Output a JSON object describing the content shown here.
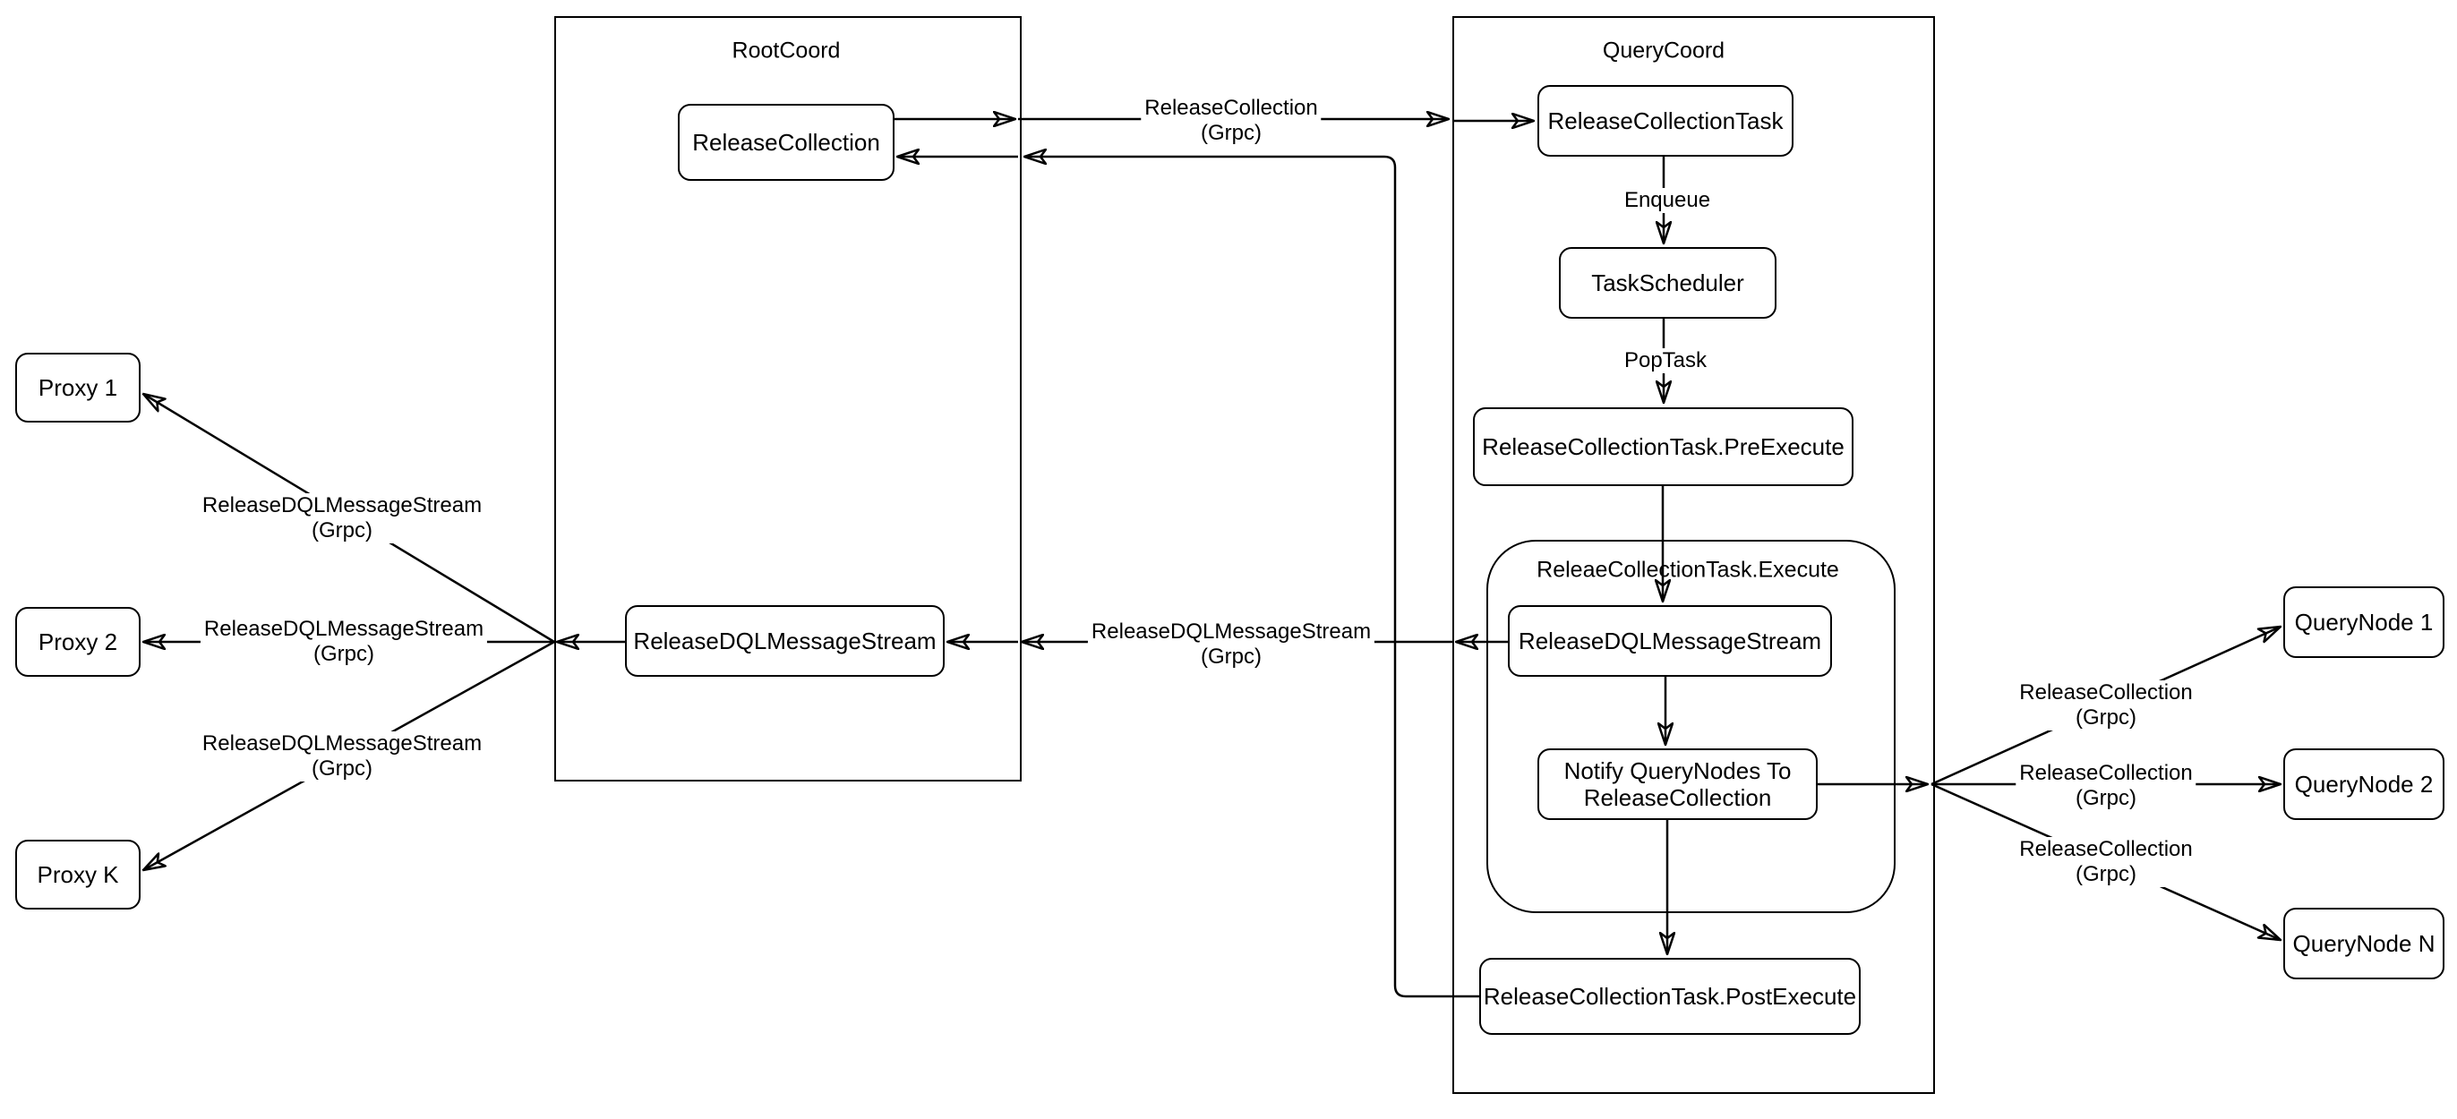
{
  "diagram": {
    "colors": {
      "stroke": "#000000",
      "node_fill": "#ffffff",
      "canvas": "#ffffff"
    },
    "containers": {
      "root_coord": {
        "title": "RootCoord"
      },
      "query_coord": {
        "title": "QueryCoord"
      },
      "execute_group": {
        "title": "ReleaeCollectionTask.Execute"
      }
    },
    "nodes": {
      "release_collection": {
        "label": "ReleaseCollection"
      },
      "root_dql_stream": {
        "label": "ReleaseDQLMessageStream"
      },
      "release_collection_task": {
        "label": "ReleaseCollectionTask"
      },
      "task_scheduler": {
        "label": "TaskScheduler"
      },
      "pre_execute": {
        "label": "ReleaseCollectionTask.PreExecute"
      },
      "exec_dql_stream": {
        "label": "ReleaseDQLMessageStream"
      },
      "notify_query_nodes": {
        "label": "Notify QueryNodes To ReleaseCollection"
      },
      "post_execute": {
        "label": "ReleaseCollectionTask.PostExecute"
      },
      "proxy_1": {
        "label": "Proxy 1"
      },
      "proxy_2": {
        "label": "Proxy 2"
      },
      "proxy_k": {
        "label": "Proxy K"
      },
      "query_node_1": {
        "label": "QueryNode 1"
      },
      "query_node_2": {
        "label": "QueryNode 2"
      },
      "query_node_n": {
        "label": "QueryNode N"
      }
    },
    "edge_labels": {
      "release_collection_grpc_top": {
        "line1": "ReleaseCollection",
        "line2": "(Grpc)"
      },
      "enqueue": {
        "text": "Enqueue"
      },
      "pop_task": {
        "text": "PopTask"
      },
      "dql_stream_mid": {
        "line1": "ReleaseDQLMessageStream",
        "line2": "(Grpc)"
      },
      "dql_stream_proxy1": {
        "line1": "ReleaseDQLMessageStream",
        "line2": "(Grpc)"
      },
      "dql_stream_proxy2": {
        "line1": "ReleaseDQLMessageStream",
        "line2": "(Grpc)"
      },
      "dql_stream_proxyk": {
        "line1": "ReleaseDQLMessageStream",
        "line2": "(Grpc)"
      },
      "release_collection_qn1": {
        "line1": "ReleaseCollection",
        "line2": "(Grpc)"
      },
      "release_collection_qn2": {
        "line1": "ReleaseCollection",
        "line2": "(Grpc)"
      },
      "release_collection_qnn": {
        "line1": "ReleaseCollection",
        "line2": "(Grpc)"
      }
    }
  }
}
